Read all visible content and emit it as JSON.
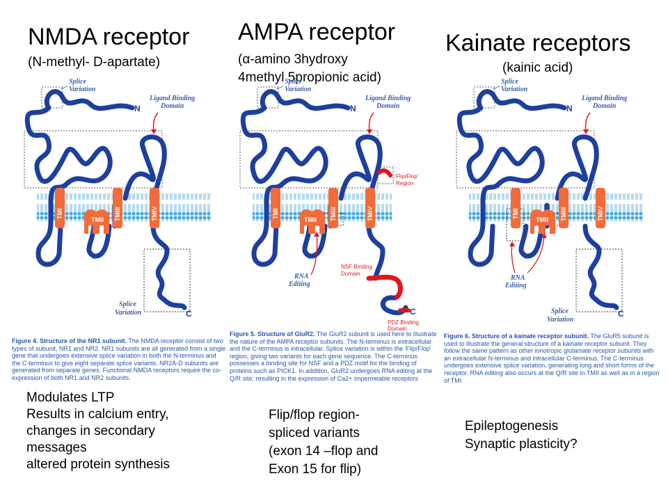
{
  "nmda": {
    "title": "NMDA receptor",
    "subtitle": "(N-methyl- D-apartate)",
    "labels": {
      "splice_top": [
        "Splice",
        "Variation"
      ],
      "ligand": [
        "Ligand Binding",
        "Domain"
      ],
      "n": "N",
      "c": "C",
      "splice_bottom": [
        "Splice",
        "Variation"
      ],
      "tm1": "TMI",
      "tm2": "TMII",
      "tm3": "TMIII",
      "tm4": "TMIV"
    },
    "caption_head": "Figure 4. Structure of the NR1 subunit.",
    "caption_body": " The NMDA receptor consist of two types of subunit, NR1 and NR2. NR1 subunits are all generated from a single gene that undergoes extensive splice variation in both the N-terminus and the C-terminus to give eight separate splice variants. NR2A-D subunits are generated from separate genes. Functional NMDA receptors require the co-expression of both NR1 and NR2 subunits.",
    "notes": [
      "Modulates LTP",
      "Results in calcium entry,",
      "changes in secondary",
      "messages",
      "altered protein synthesis"
    ]
  },
  "ampa": {
    "title": "AMPA receptor",
    "subtitle_lines": [
      "(α-amino 3hydroxy",
      "4methyl 5propionic acid)"
    ],
    "labels": {
      "splice_top": [
        "Splice",
        "Variation"
      ],
      "ligand": [
        "Ligand Binding",
        "Domain"
      ],
      "n": "N",
      "c": "C",
      "flip": [
        "Flip/Flop'",
        "Region"
      ],
      "rna": [
        "RNA",
        "Editing"
      ],
      "nsf": [
        "NSF Binding",
        "Domain"
      ],
      "pdz": [
        "PDZ Binding",
        "Domain"
      ],
      "tm1": "TMI",
      "tm2": "TMII",
      "tm3": "TMIII",
      "tm4": "TMIV"
    },
    "caption_head": "Figure 5. Structure of GluR2.",
    "caption_body": " The GluR2 subunit is used here to illustrate the nature of the AMPA receptor subunits. The N-terminus is extracellular and the C-terminus is intracellular. Splice variation is within the 'Flip/Flop' region, giving two variants for each gene sequence. The C-terminus possesses a binding site for NSF and a PDZ motif for the binding of proteins such as PICK1. In addition, GluR2 undergoes RNA editing at the Q/R site, resulting in the expression of Ca2+ impermeable receptors",
    "notes": [
      "Flip/flop region-",
      "spliced variants",
      "(exon 14 –flop and",
      "Exon 15 for flip)"
    ]
  },
  "kainate": {
    "title": "Kainate receptors",
    "subtitle": "(kainic acid)",
    "labels": {
      "splice_top": [
        "Splice",
        "Variation"
      ],
      "ligand": [
        "Ligand Binding",
        "Domain"
      ],
      "n": "N",
      "c": "C",
      "rna": [
        "RNA",
        "Editing"
      ],
      "splice_bottom": [
        "Splice",
        "Variation"
      ],
      "tm1": "TMI",
      "tm2": "TMII",
      "tm3": "TMIII",
      "tm4": "TMIV"
    },
    "caption_head": "Figure 6. Structure of a kainate receptor subunit.",
    "caption_body": " The GluR5 subunit is used to illustrate the general structure of a kainate receptor subunit. They follow the same pattern as other ionotropic glutamate receptor subunits with an extracellular N-terminus and intracellular C-terminus. The C-terminus undergoes extensive splice variation, generating long and short forms of the receptor. RNA editing also occurs at the Q/R site in TMII as well as in a region of TMI",
    "notes": [
      "Epileptogenesis",
      "Synaptic plasticity?"
    ]
  },
  "colors": {
    "chain": "#1d3f9e",
    "helix": "#f26b3a",
    "membrane": "#45a9dc",
    "red_region": "#e0161b",
    "caption": "#2457a6"
  }
}
